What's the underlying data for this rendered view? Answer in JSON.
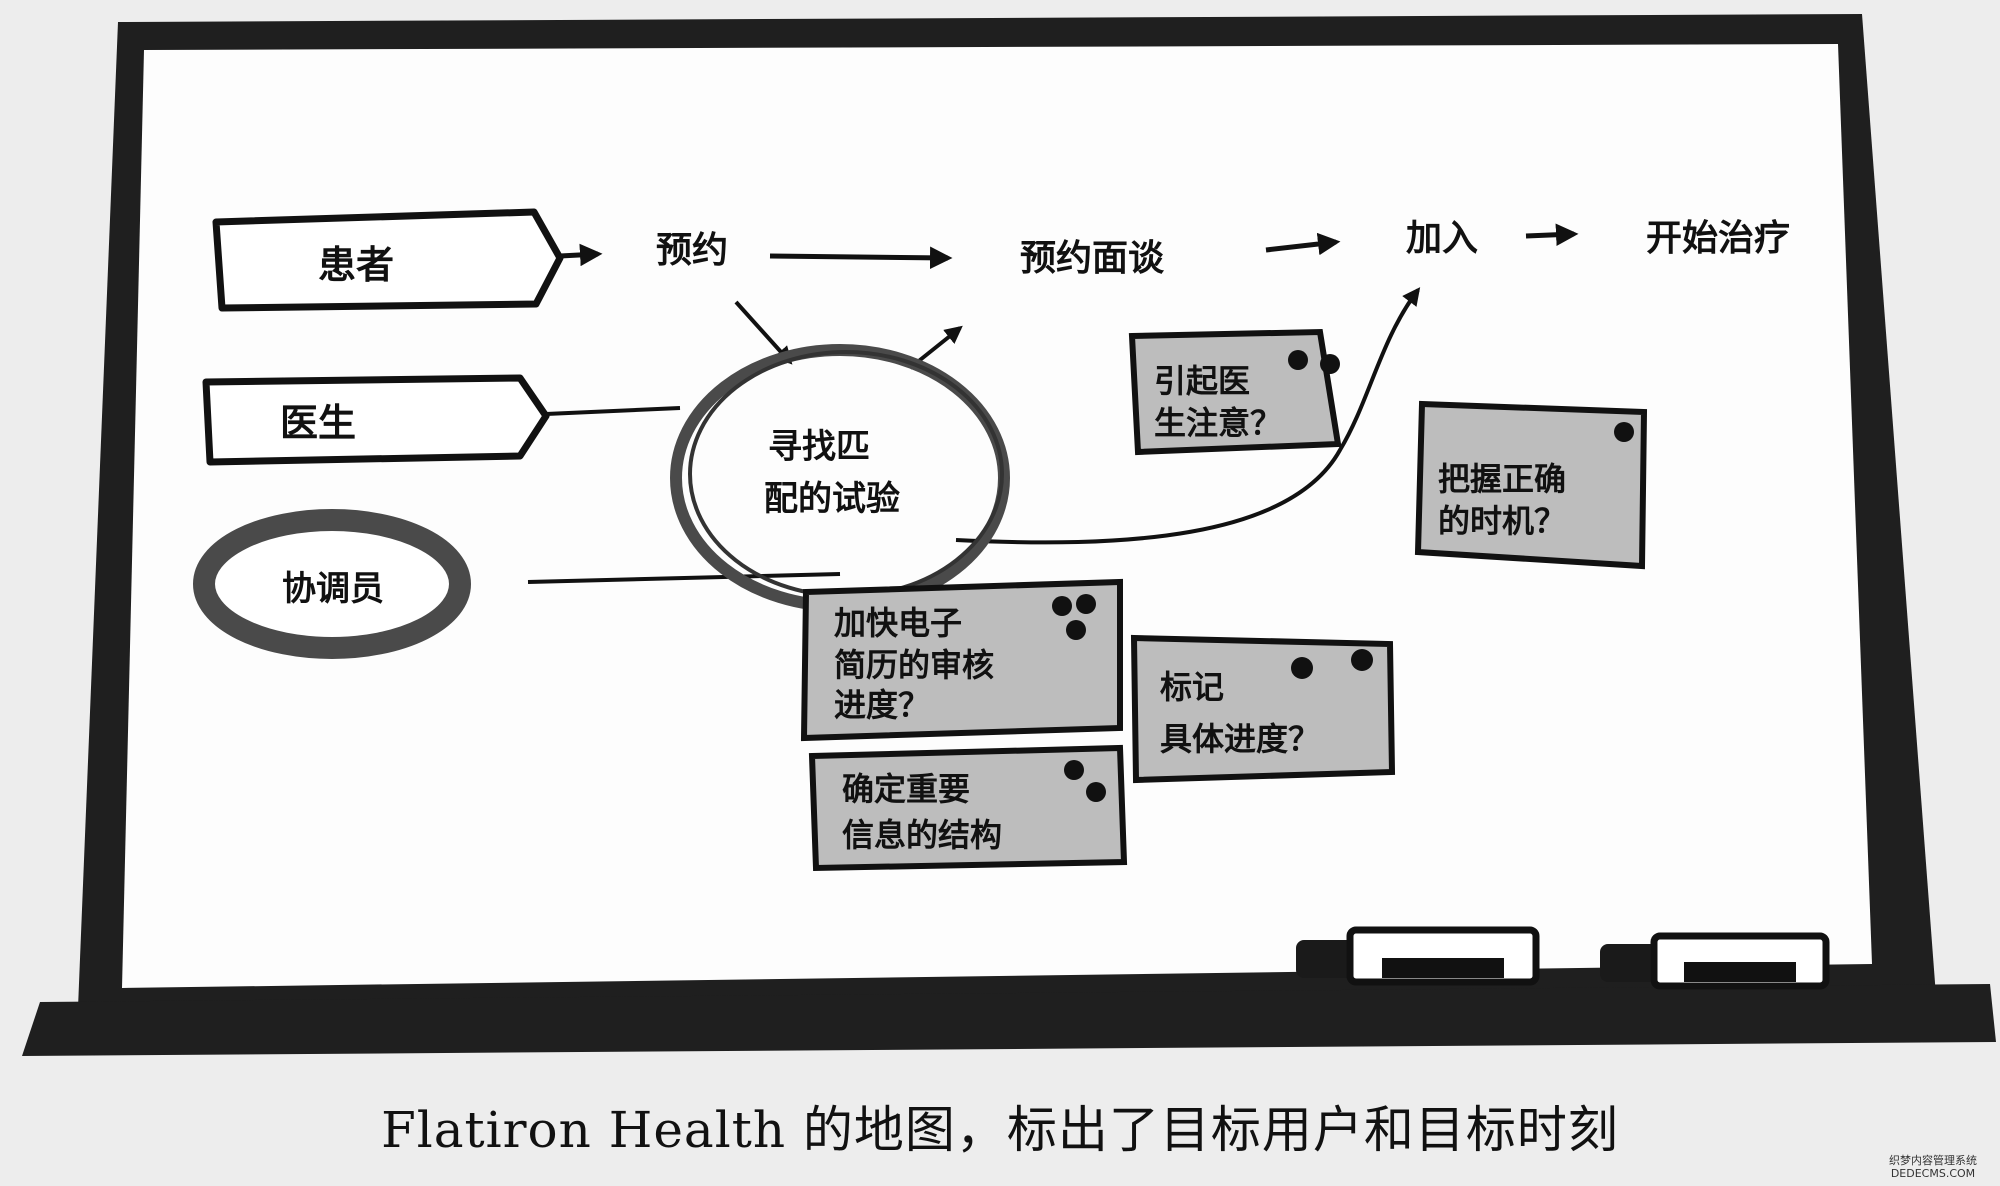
{
  "board": {
    "roles": {
      "patient": "患者",
      "doctor": "医生",
      "coordinator": "协调员"
    },
    "flow": {
      "step1": "预约",
      "step2": "预约面谈",
      "step3": "加入",
      "step4": "开始治疗"
    },
    "center_line1": "寻找匹",
    "center_line2": "配的试验",
    "notes": {
      "attention_line1": "引起医",
      "attention_line2": "生注意？",
      "timing_line1": "把握正确",
      "timing_line2": "的时机？",
      "emr_line1": "加快电子",
      "emr_line2": "简历的审核",
      "emr_line3": "进度？",
      "mark_line1": "标记",
      "mark_line2": "具体进度？",
      "structure_line1": "确定重要",
      "structure_line2": "信息的结构"
    }
  },
  "caption": "Flatiron Health 的地图，标出了目标用户和目标时刻",
  "watermark": {
    "line1": "织梦内容管理系统",
    "line2": "DEDECMS.COM"
  }
}
